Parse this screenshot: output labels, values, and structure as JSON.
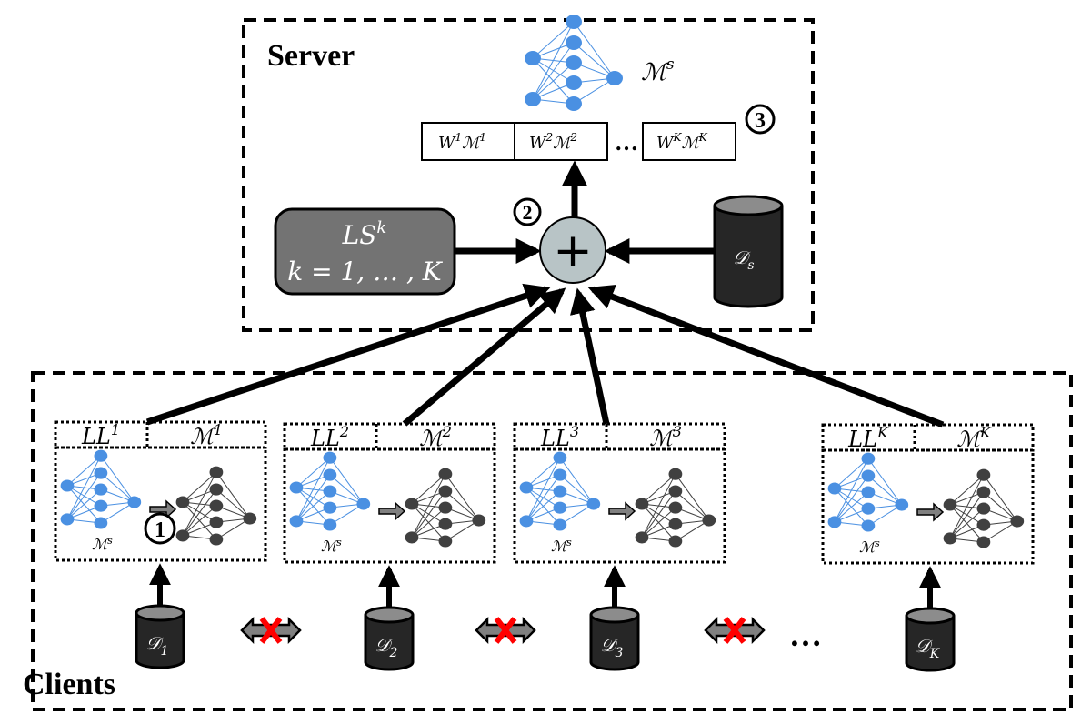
{
  "server": {
    "title": "Server",
    "model_label": "ℳ",
    "model_sup": "s",
    "weighted_models": [
      {
        "w": "W",
        "sup1": "1",
        "m": "ℳ",
        "sup2": "1"
      },
      {
        "w": "W",
        "sup1": "2",
        "m": "ℳ",
        "sup2": "2"
      },
      {
        "w": "W",
        "sup1": "K",
        "m": "ℳ",
        "sup2": "K"
      }
    ],
    "ellipsis": "…",
    "step3": "3",
    "step2": "2",
    "ls_box": {
      "line1": "LS",
      "line1_sup": "k",
      "line2": "k = 1, … , K"
    },
    "aggregator_symbol": "+",
    "server_data": {
      "main": "𝒟",
      "sub": "s"
    }
  },
  "clients": {
    "title": "Clients",
    "step1": "1",
    "items": [
      {
        "ll": "LL",
        "ll_sup": "1",
        "m": "ℳ",
        "m_sup": "1",
        "ms": "ℳ",
        "ms_sup": "s",
        "data": "𝒟",
        "data_sub": "1"
      },
      {
        "ll": "LL",
        "ll_sup": "2",
        "m": "ℳ",
        "m_sup": "2",
        "ms": "ℳ",
        "ms_sup": "s",
        "data": "𝒟",
        "data_sub": "2"
      },
      {
        "ll": "LL",
        "ll_sup": "3",
        "m": "ℳ",
        "m_sup": "3",
        "ms": "ℳ",
        "ms_sup": "s",
        "data": "𝒟",
        "data_sub": "3"
      },
      {
        "ll": "LL",
        "ll_sup": "K",
        "m": "ℳ",
        "m_sup": "K",
        "ms": "ℳ",
        "ms_sup": "s",
        "data": "𝒟",
        "data_sub": "K"
      }
    ],
    "ellipsis": "…"
  },
  "colors": {
    "blue_net": "#4a90e2",
    "gray_net": "#404040",
    "aggregator_fill": "#b8c4c6",
    "ls_box_fill": "#737373",
    "cylinder_body": "#262626",
    "cylinder_top": "#8c8c8c",
    "cross": "#ff0000",
    "arrow_fill": "#808080"
  }
}
